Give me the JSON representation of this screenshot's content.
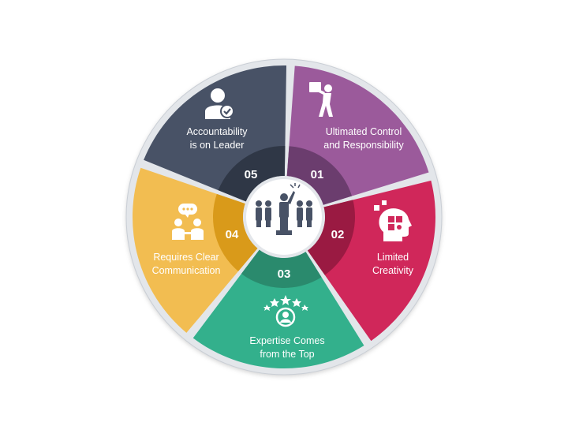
{
  "segments": [
    {
      "number": "01",
      "label_line1": "Ultimated Control",
      "label_line2": "and Responsibility",
      "icon": "person-carrying-box-icon",
      "color": "#9b5a9b",
      "inner_color": "#6b3d6e"
    },
    {
      "number": "02",
      "label_line1": "Limited",
      "label_line2": "Creativity",
      "icon": "head-puzzle-icon",
      "color": "#d0275a",
      "inner_color": "#9a1a42"
    },
    {
      "number": "03",
      "label_line1": "Expertise Comes",
      "label_line2": "from the Top",
      "icon": "stars-person-icon",
      "color": "#33b08c",
      "inner_color": "#2a8a6d"
    },
    {
      "number": "04",
      "label_line1": "Requires Clear",
      "label_line2": "Communication",
      "icon": "people-chat-icon",
      "color": "#f2bd51",
      "inner_color": "#d99a1a"
    },
    {
      "number": "05",
      "label_line1": "Accountability",
      "label_line2": "is on Leader",
      "icon": "user-check-icon",
      "color": "#485266",
      "inner_color": "#2f3746"
    }
  ],
  "center_icon": "leader-team-icon",
  "ring_color": "#e3e6ea",
  "center_color": "#ffffff"
}
